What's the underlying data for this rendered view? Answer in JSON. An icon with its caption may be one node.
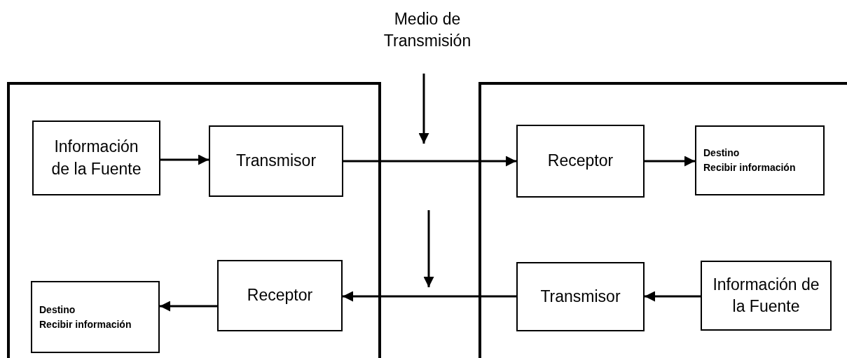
{
  "diagram": {
    "nodes": [
      {
        "text": [],
        "shape": "box"
      },
      {
        "text": [
          "Información de la Fuente"
        ],
        "in": 0
      },
      {
        "text": [
          "Transmisor"
        ],
        "in": 0
      },
      {
        "text": [
          "Destino",
          "Recibir información"
        ],
        "in": 0
      },
      {
        "text": [
          "Receptor"
        ],
        "in": 0
      },
      {
        "text": [],
        "shape": "box"
      },
      {
        "text": [
          "Receptor"
        ],
        "in": 5
      },
      {
        "text": [
          "Destino",
          "Recibir información"
        ],
        "in": 5
      },
      {
        "text": [
          "Transmisor"
        ],
        "in": 5
      },
      {
        "text": [
          "Información de la Fuente"
        ],
        "in": 5
      },
      {
        "text": [
          "Medio de Transmisión"
        ]
      }
    ],
    "edges": [
      {
        "from": 1,
        "to": 2,
        "arrow": "to"
      },
      {
        "from": 2,
        "to": 6,
        "arrow": "to"
      },
      {
        "from": 6,
        "to": 7,
        "arrow": "to"
      },
      {
        "from": 9,
        "to": 8,
        "arrow": "to"
      },
      {
        "from": 8,
        "to": 4,
        "arrow": "to"
      },
      {
        "from": 4,
        "to": 3,
        "arrow": "to"
      },
      {
        "from": 10,
        "to": null,
        "arrow": "to"
      }
    ]
  }
}
